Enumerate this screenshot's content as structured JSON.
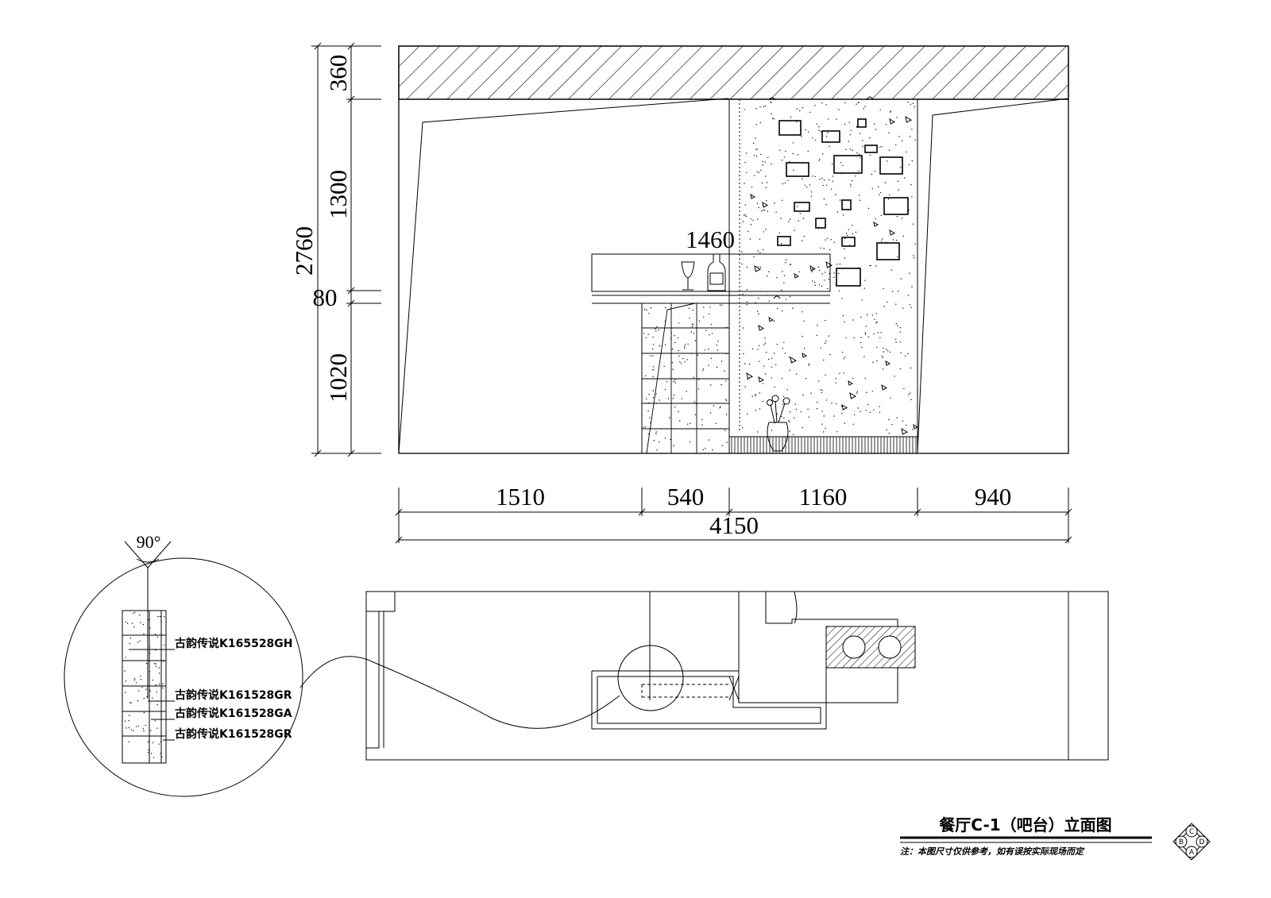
{
  "elevation": {
    "height_dims": {
      "total": "2760",
      "ceiling": "360",
      "upper": "1300",
      "counter_top": "80",
      "lower": "1020"
    },
    "shelf_dim": "1460",
    "width_dims": {
      "a": "1510",
      "b": "540",
      "c": "1160",
      "d": "940",
      "total": "4150"
    }
  },
  "detail": {
    "angle": "90°",
    "materials": [
      "古韵传说K165528GH",
      "古韵传说K161528GR",
      "古韵传说K161528GA",
      "古韵传说K161528GR"
    ]
  },
  "title_block": {
    "title": "餐厅C-1（吧台）立面图",
    "note": "注：本图尺寸仅供参考，如有误按实际现场而定",
    "compass": [
      "C",
      "B",
      "D",
      "A"
    ]
  }
}
